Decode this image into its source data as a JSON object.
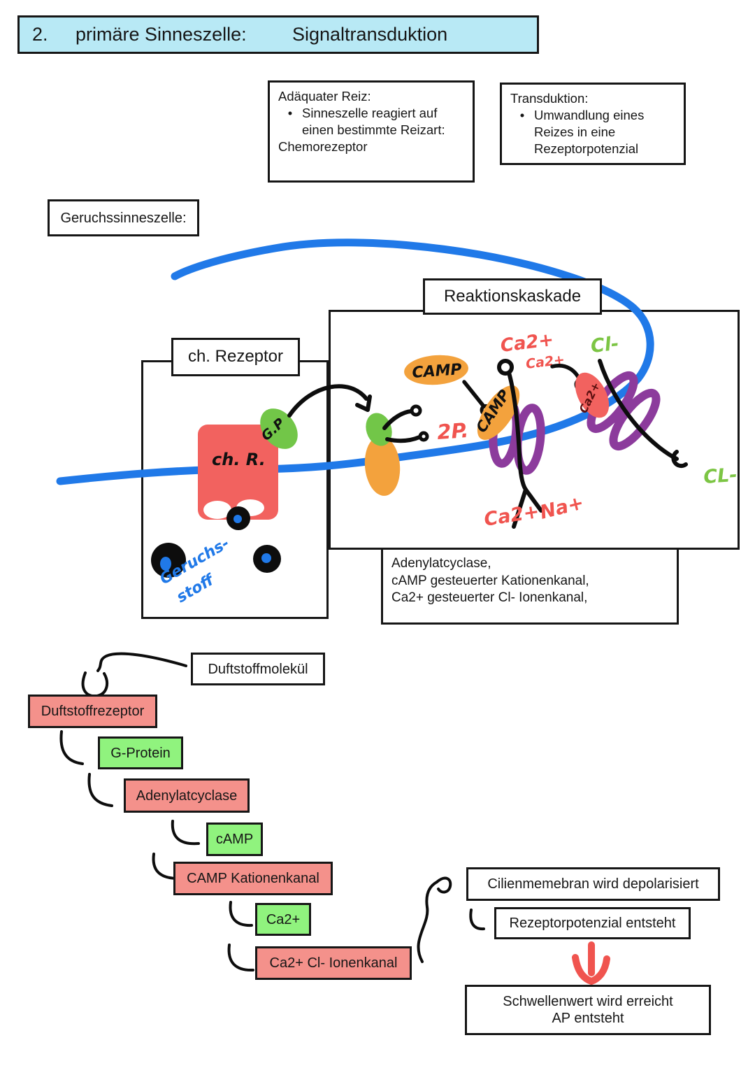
{
  "header": {
    "number": "2.",
    "title": "primäre Sinneszelle:",
    "subtitle": "Signaltransduktion"
  },
  "info_boxes": {
    "adaequater_reiz": {
      "title": "Adäquater Reiz:",
      "bullet": "Sinneszelle reagiert auf einen bestimmte Reizart:",
      "footer": "Chemorezeptor"
    },
    "transduktion": {
      "title": "Transduktion:",
      "bullet": "Umwandlung eines Reizes in eine Rezeptorpotenzial"
    }
  },
  "labels": {
    "geruchssinneszelle": "Geruchssinneszelle:",
    "reaktionskaskade": "Reaktionskaskade",
    "ch_rezeptor": "ch. Rezeptor",
    "komponenten": [
      "Adenylatcyclase,",
      "cAMP gesteuerter Kationenkanal,",
      "Ca2+ gesteuerter Cl- Ionenkanal,"
    ]
  },
  "drawing": {
    "gp_blob": "G.P",
    "ch_r": "ch. R.",
    "camp_pill": "CAMP",
    "camp_channel": "CAMP",
    "ca2_top": "Ca2+",
    "ca2_small": "Ca2+",
    "cl_top": "Cl-",
    "two_p": "2P.",
    "ca2_blob": "Ca2+",
    "ca2_bottom": "Ca2+",
    "na_bottom": "Na+",
    "cl_right": "CL-",
    "geruchsstoff_line1": "Geruchs-",
    "geruchsstoff_line2": "stoff"
  },
  "flowchart": [
    {
      "label": "Duftstoffmolekül",
      "color": "white"
    },
    {
      "label": "Duftstoffrezeptor",
      "color": "salmon"
    },
    {
      "label": "G-Protein",
      "color": "green"
    },
    {
      "label": "Adenylatcyclase",
      "color": "salmon"
    },
    {
      "label": "cAMP",
      "color": "green"
    },
    {
      "label": "CAMP Kationenkanal",
      "color": "salmon"
    },
    {
      "label": "Ca2+",
      "color": "green"
    },
    {
      "label": "Ca2+ Cl- Ionenkanal",
      "color": "salmon"
    }
  ],
  "result_boxes": {
    "cilien": "Cilienmemebran wird depolarisiert",
    "rezeptorpotenzial": "Rezeptorpotenzial entsteht",
    "schwellenwert_line1": "Schwellenwert wird erreicht",
    "schwellenwert_line2": "AP entsteht"
  },
  "colors": {
    "cyan": "#b8e9f5",
    "salmon": "#f4918b",
    "green": "#90f37e",
    "blue": "#2079e8",
    "red": "#f0544f",
    "redshape": "#f2625f",
    "orange": "#f3a23d",
    "purple": "#8c3b9c",
    "greenink": "#7cc544",
    "greenblob": "#72c648"
  }
}
